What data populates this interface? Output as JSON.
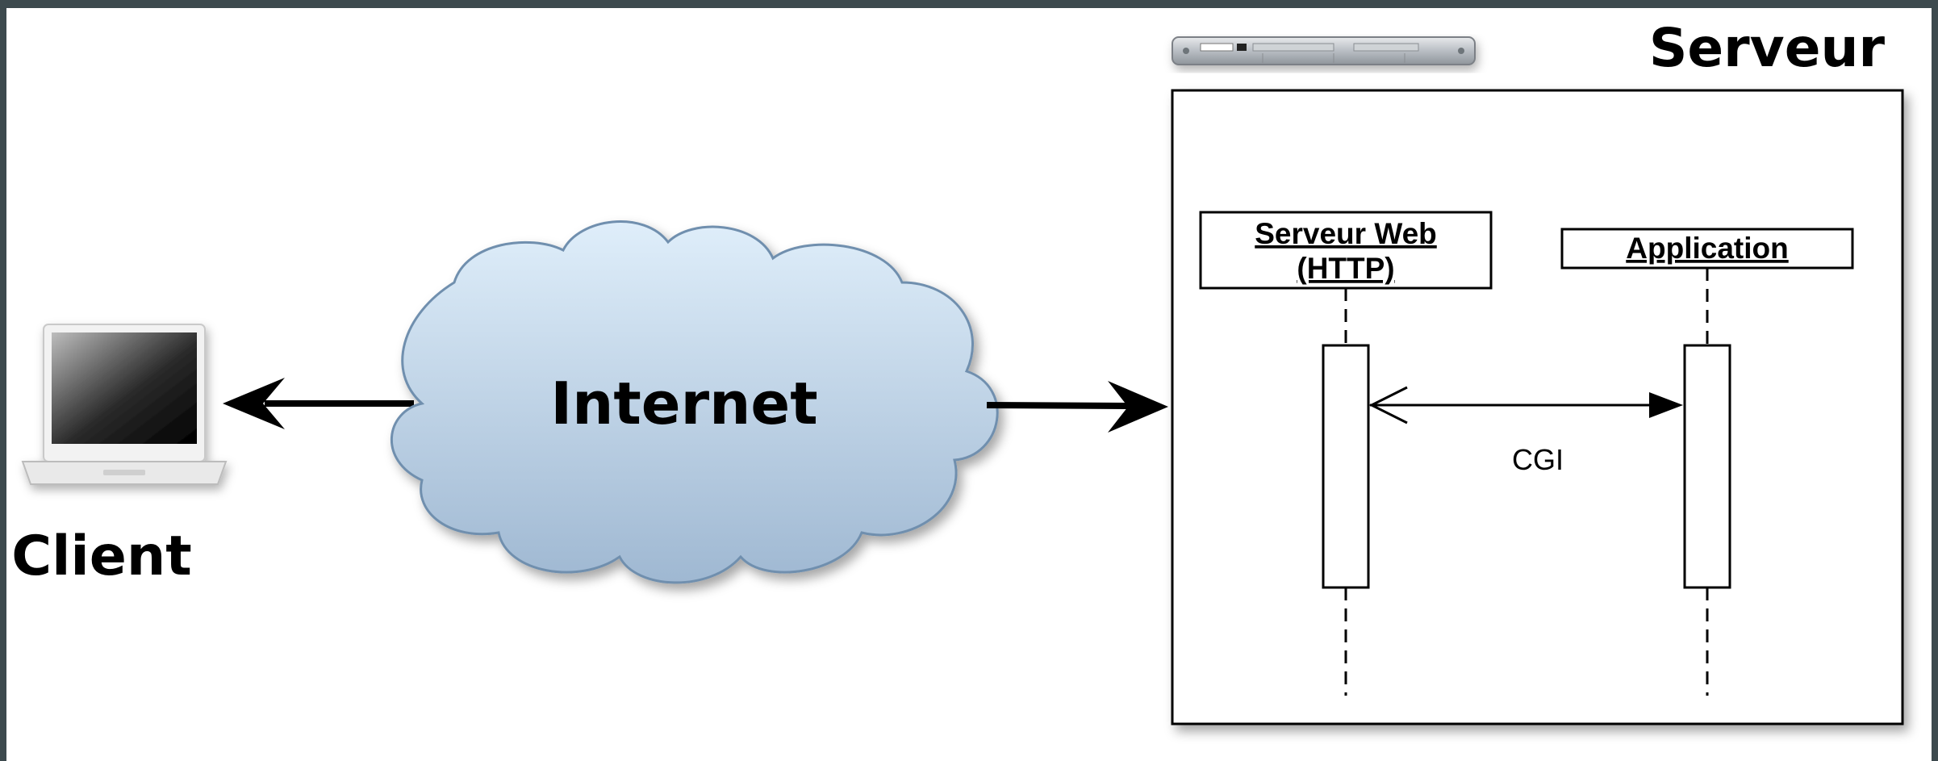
{
  "client": {
    "label": "Client",
    "icon": "laptop-icon"
  },
  "network": {
    "label": "Internet",
    "icon": "cloud-shape"
  },
  "server": {
    "title": "Serveur",
    "icon": "rack-server-icon"
  },
  "lifelines": [
    {
      "label_line1": "Serveur Web",
      "label_line2": "(HTTP)"
    },
    {
      "label_line1": "Application",
      "label_line2": ""
    }
  ],
  "message": {
    "label": "CGI"
  },
  "colors": {
    "background": "#3d4a4e",
    "canvas": "#ffffff",
    "cloud_top": "#dfeefa",
    "cloud_bottom": "#9fb8d2",
    "cloud_stroke": "#6f8fae",
    "ink": "#000000"
  }
}
